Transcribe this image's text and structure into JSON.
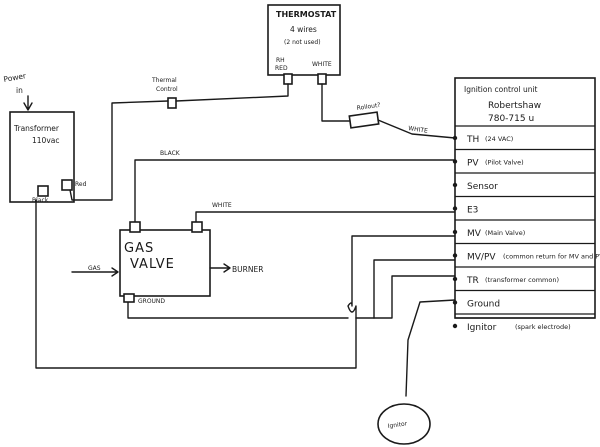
{
  "power_in": {
    "line1": "Power",
    "line2": "in"
  },
  "transformer": {
    "line1": "Transformer",
    "line2": "110vac",
    "terminal_left": "Black",
    "terminal_right": "Red"
  },
  "thermostat": {
    "title": "THERMOSTAT",
    "note1": "4 wires",
    "note2": "(2 not used)",
    "terminal_left_1": "RH",
    "terminal_left_2": "RED",
    "terminal_right": "WHITE"
  },
  "thermal_control": {
    "line1": "Thermal",
    "line2": "Control"
  },
  "rollout": {
    "label": "Rollout?"
  },
  "wire_labels": {
    "black": "BLACK",
    "white_top": "WHITE",
    "white_tv": "WHITE"
  },
  "gas_valve": {
    "line1": "GAS",
    "line2": "VALVE",
    "gas_in": "GAS",
    "burner": "BURNER",
    "ground": "GROUND"
  },
  "ignition_unit": {
    "title_line1": "Ignition control unit",
    "title_line2": "Robertshaw",
    "title_line3": "780-715 u"
  },
  "terminals": [
    {
      "label": "TH",
      "note": "(24 VAC)"
    },
    {
      "label": "PV",
      "note": "(Pilot Valve)"
    },
    {
      "label": "Sensor",
      "note": ""
    },
    {
      "label": "E3",
      "note": ""
    },
    {
      "label": "MV",
      "note": "(Main Valve)"
    },
    {
      "label": "MV/PV",
      "note": "(common return for MV and PV)"
    },
    {
      "label": "TR",
      "note": "(transformer common)"
    },
    {
      "label": "Ground",
      "note": ""
    },
    {
      "label": "Ignitor",
      "note": "(spark electrode)"
    }
  ],
  "ignitor": {
    "label": "Ignitor"
  }
}
